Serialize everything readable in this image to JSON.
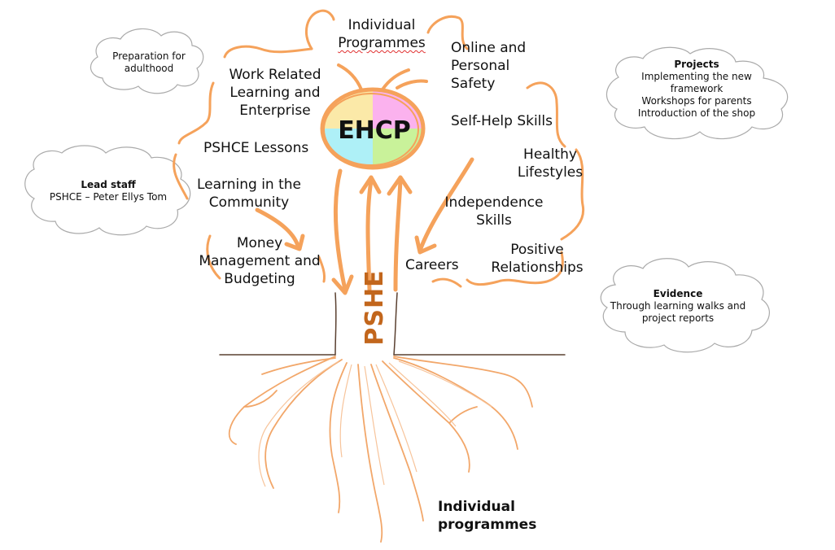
{
  "diagram": {
    "center": {
      "label": "EHCP"
    },
    "trunk": {
      "label": "PSHE"
    },
    "roots": {
      "label_lines": [
        "Individual",
        "programmes"
      ]
    },
    "branches": {
      "individual_programmes": [
        "Individual",
        "Programmes"
      ],
      "work_related": [
        "Work Related",
        "Learning and",
        "Enterprise"
      ],
      "online_safety": [
        "Online and",
        "Personal",
        "Safety"
      ],
      "self_help": "Self-Help Skills",
      "pshce_lessons": "PSHCE Lessons",
      "healthy_lifestyles": [
        "Healthy",
        "Lifestyles"
      ],
      "learning_community": [
        "Learning in the",
        "Community"
      ],
      "independence": [
        "Independence",
        "Skills"
      ],
      "money": [
        "Money",
        "Management and",
        "Budgeting"
      ],
      "careers": "Careers",
      "positive_relationships": [
        "Positive",
        "Relationships"
      ]
    },
    "clouds": {
      "preparation": [
        "Preparation for",
        "adulthood"
      ],
      "projects": {
        "title": "Projects",
        "lines": [
          "Implementing  the new",
          "framework",
          "Workshops for parents",
          "Introduction of the shop"
        ]
      },
      "lead_staff": {
        "title": "Lead staff",
        "lines": [
          "PSHCE – Peter Ellys Tom"
        ]
      },
      "evidence": {
        "title": "Evidence",
        "lines": [
          "Through learning walks and",
          "project reports"
        ]
      }
    },
    "colors": {
      "branch": "#f5a25b",
      "trunk_text": "#c2661c",
      "pie_yellow": "#fbe9a8",
      "pie_pink": "#fbb2ee",
      "pie_cyan": "#aef0f7",
      "pie_green": "#c9f29a",
      "roots": "#f2a76a",
      "cloud_stroke": "#aaaaaa"
    }
  }
}
